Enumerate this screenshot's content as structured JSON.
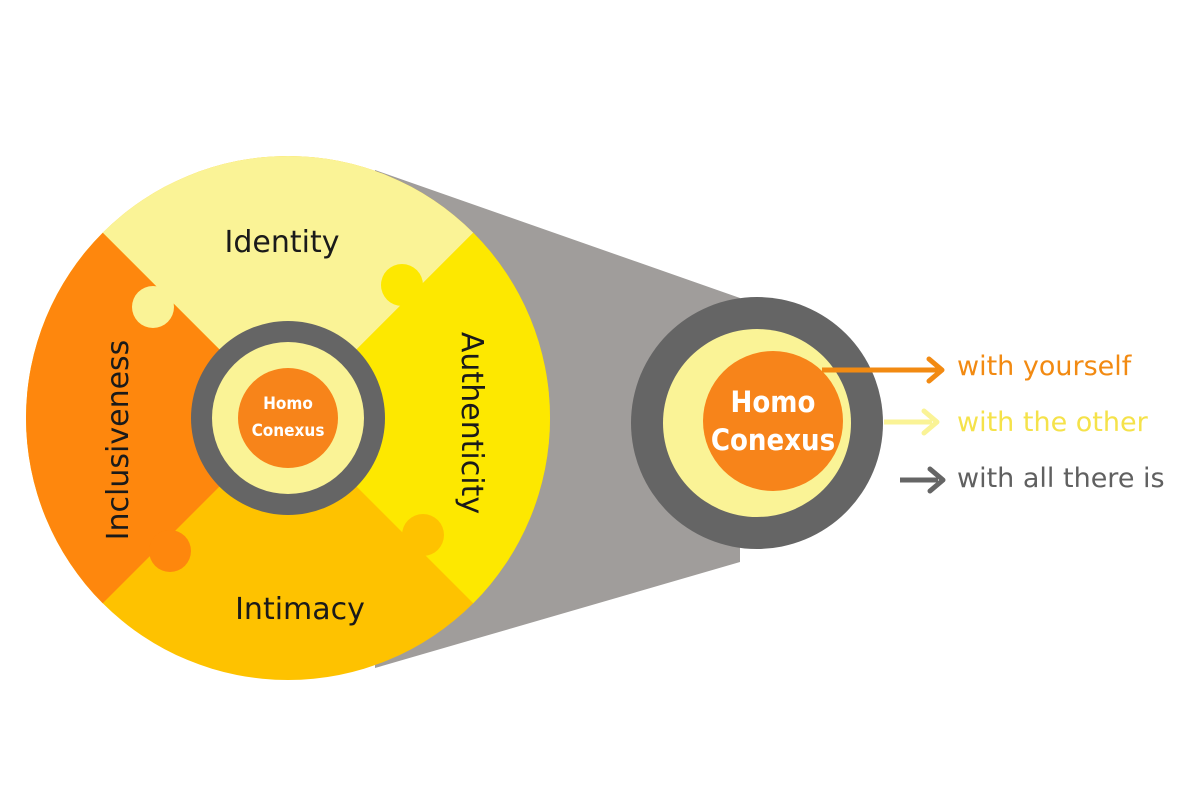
{
  "segments": {
    "top": "Identity",
    "right": "Authenticity",
    "bottom": "Intimacy",
    "left": "Inclusiveness"
  },
  "center": {
    "line1": "Homo",
    "line2": "Conexus"
  },
  "connections": [
    {
      "label": "with yourself",
      "color": "#f28a12"
    },
    {
      "label": "with the other",
      "color": "#f5e24a"
    },
    {
      "label": "with all there is",
      "color": "#606060"
    }
  ],
  "colors": {
    "identity": "#faf396",
    "authenticity": "#fde800",
    "intimacy": "#fec200",
    "inclusiveness": "#fe870d",
    "ring": "#656565",
    "inner_fill": "#faf396",
    "core": "#f7841a",
    "cone": "#a09d9b"
  }
}
